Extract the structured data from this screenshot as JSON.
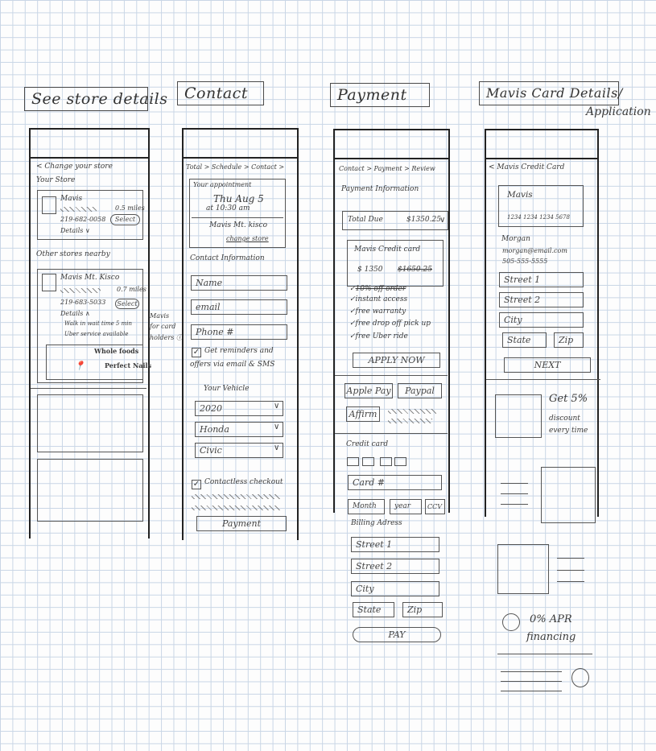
{
  "titles": {
    "store": "See store details",
    "contact": "Contact",
    "payment": "Payment",
    "card": "Mavis Card Details/",
    "card_sub": "Application"
  },
  "store": {
    "change": "< Change your store",
    "your_store": "Your Store",
    "store1_name": "Mavis",
    "store1_distance": "0.5 miles",
    "store1_phone": "219-682-0058",
    "select": "Select",
    "details_down": "Details ∨",
    "other_stores": "Other stores nearby",
    "store2_name": "Mavis Mt. Kisco",
    "store2_distance": "0.7 miles",
    "store2_phone": "219-683-5033",
    "details_up": "Details ∧",
    "walkin": "Walk in wait time 5 min",
    "uber": "Uber service available",
    "side_note_1": "Mavis",
    "side_note_2": "for card",
    "side_note_3": "holders ⓘ",
    "map_label_1": "Whole foods",
    "map_label_2": "Perfect Nails"
  },
  "contact": {
    "breadcrumb": "Total > Schedule > Contact >",
    "appointment_label": "Your appointment",
    "appointment_day": "Thu Aug 5",
    "appointment_time": "at 10:30 am",
    "appointment_store": "Mavis Mt. kisco",
    "change_store": "change store",
    "contact_info": "Contact Information",
    "name_placeholder": "Name",
    "email_placeholder": "email",
    "phone_placeholder": "Phone #",
    "reminders_1": "Get reminders and",
    "reminders_2": "offers via email & SMS",
    "vehicle_label": "Your Vehicle",
    "vehicle_year": "2020",
    "vehicle_make": "Honda",
    "vehicle_model": "Civic",
    "contactless": "Contactless checkout",
    "payment_button": "Payment"
  },
  "payment": {
    "breadcrumb": "Contact > Payment > Review",
    "payment_info": "Payment Information",
    "total_due_label": "Total Due",
    "total_due_value": "$1350.25",
    "card_title": "Mavis Credit card",
    "card_price": "$ 1350",
    "card_price_old": "$1650.25",
    "benefit_1": "10% off order",
    "benefit_2": "instant access",
    "benefit_3": "free warranty",
    "benefit_4": "free drop off pick up",
    "benefit_5": "free Uber ride",
    "apply_now": "APPLY NOW",
    "apple_pay": "Apple Pay",
    "paypal": "Paypal",
    "affirm": "Affirm",
    "credit_card": "Credit card",
    "card_number": "Card #",
    "month": "Month",
    "year": "year",
    "ccv": "CCV",
    "billing_address": "Billing Adress",
    "street1": "Street 1",
    "street2": "Street 2",
    "city": "City",
    "state": "State",
    "zip": "Zip",
    "pay": "PAY"
  },
  "card": {
    "back": "< Mavis Credit Card",
    "card_name": "Mavis",
    "card_number": "1234 1234 1234 5678",
    "holder": "Morgan",
    "email": "morgan@email.com",
    "phone": "505-555-5555",
    "street1": "Street 1",
    "street2": "Street 2",
    "city": "City",
    "state": "State",
    "zip": "Zip",
    "next": "NEXT",
    "promo_1": "Get 5%",
    "promo_2": "discount",
    "promo_3": "every time",
    "apr_1": "0% APR",
    "apr_2": "financing"
  }
}
